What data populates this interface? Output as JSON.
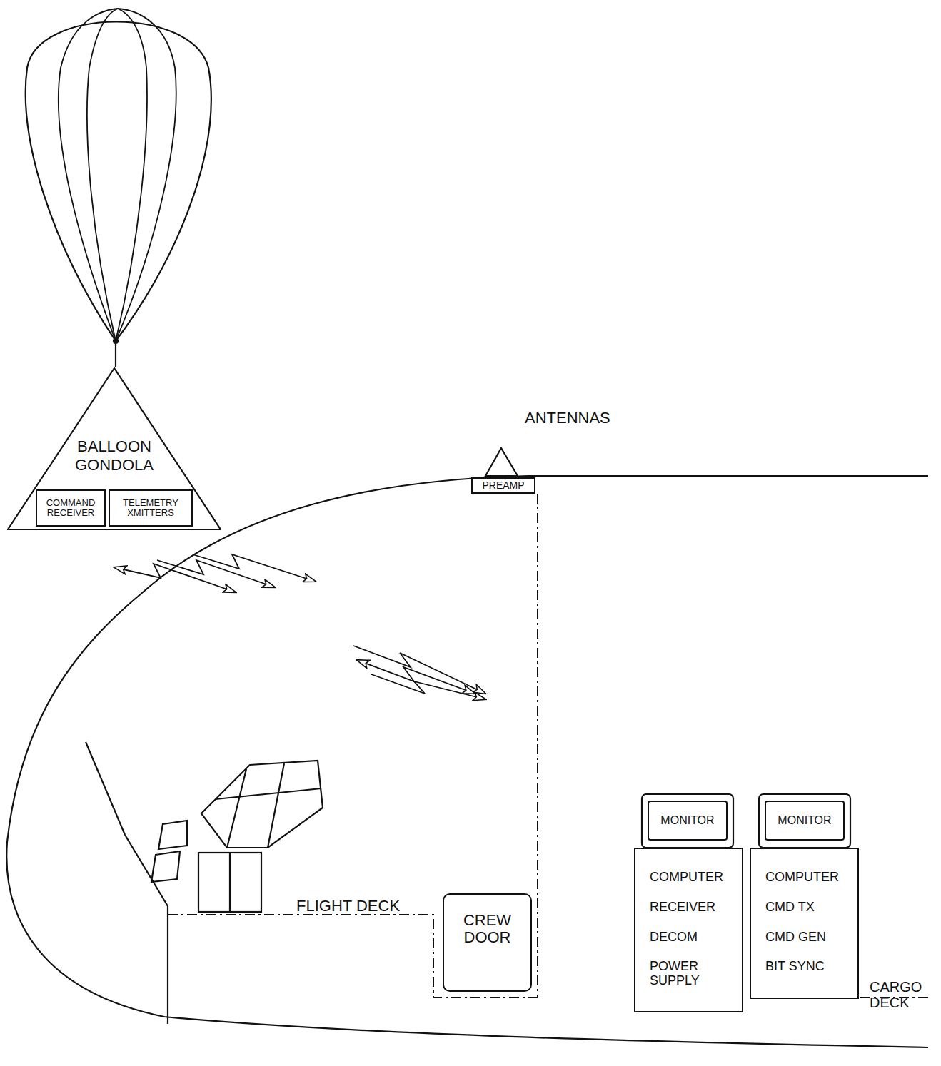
{
  "diagram": {
    "nodes": [
      {
        "text": [
          "BALLOON GONDOLA"
        ]
      },
      {
        "text": [
          "COMMAND RECEIVER"
        ],
        "in": 0
      },
      {
        "text": [
          "TELEMETRY XMITTERS"
        ],
        "in": 0
      },
      {
        "text": [
          "PREAMP"
        ]
      },
      {
        "text": [
          "CREW DOOR"
        ]
      },
      {
        "text": [
          "MONITOR"
        ]
      },
      {
        "text": [
          "COMPUTER",
          "RECEIVER",
          "DECOM",
          "POWER SUPPLY"
        ]
      },
      {
        "text": [
          "MONITOR"
        ]
      },
      {
        "text": [
          "COMPUTER",
          "CMD TX",
          "CMD GEN",
          "BIT SYNC"
        ]
      }
    ],
    "labels": [
      "ANTENNAS",
      "FLIGHT DECK",
      "CARGO DECK"
    ]
  }
}
